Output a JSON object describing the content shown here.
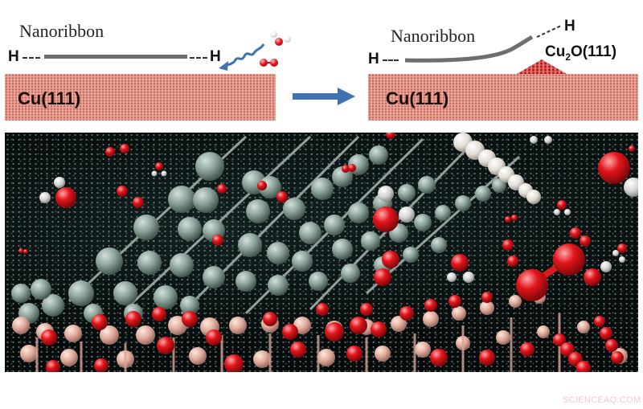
{
  "figure": {
    "left_panel": {
      "ribbon_label": "Nanoribbon",
      "h_left": "H",
      "h_right": "H",
      "substrate_label": "Cu(111)",
      "molecules": [
        "water-molecule",
        "oxygen-molecule"
      ],
      "incoming_arrow": "wavy-blue-arrow"
    },
    "transition_arrow": "right-arrow",
    "right_panel": {
      "ribbon_label": "Nanoribbon",
      "h_left": "H",
      "h_right": "H",
      "substrate_label": "Cu(111)",
      "oxide_label_prefix": "Cu",
      "oxide_label_sub": "2",
      "oxide_label_suffix": "O(111)"
    },
    "render_panel": {
      "description": "3D render of graphene nanoribbon lattice above copper surface with oxygen and water molecules"
    }
  },
  "colors": {
    "substrate": "#e8a79a",
    "substrate_dots": "#c9675a",
    "ribbon": "#6e6e6e",
    "arrow": "#3e73b0",
    "oxygen": "#e3151b",
    "hydrogen": "#e6e6e6",
    "background_render": "#070b0b"
  },
  "watermark": "SCIENCEAQ.COM"
}
